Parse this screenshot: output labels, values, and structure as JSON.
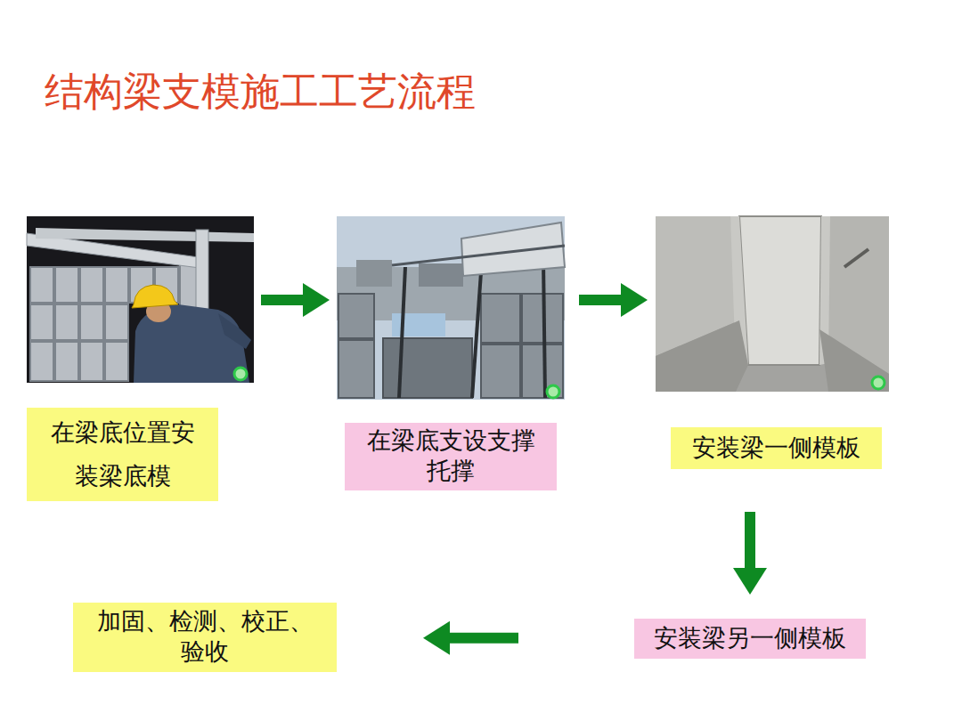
{
  "diagram": {
    "title": "结构梁支模施工工艺流程",
    "nodes": [
      {
        "text": [
          "在梁底位置安装梁底模"
        ]
      },
      {
        "text": [
          "在梁底支设支撑托撑"
        ]
      },
      {
        "text": [
          "安装梁一侧模板"
        ]
      },
      {
        "text": [
          "安装梁另一侧模板"
        ]
      },
      {
        "text": [
          "加固、检测、校正、验收"
        ]
      }
    ],
    "edges": [
      {
        "from": 0,
        "to": 1,
        "arrow": "to"
      },
      {
        "from": 1,
        "to": 2,
        "arrow": "to"
      },
      {
        "from": 2,
        "to": 3,
        "arrow": "to"
      },
      {
        "from": 3,
        "to": 4,
        "arrow": "to"
      }
    ]
  }
}
